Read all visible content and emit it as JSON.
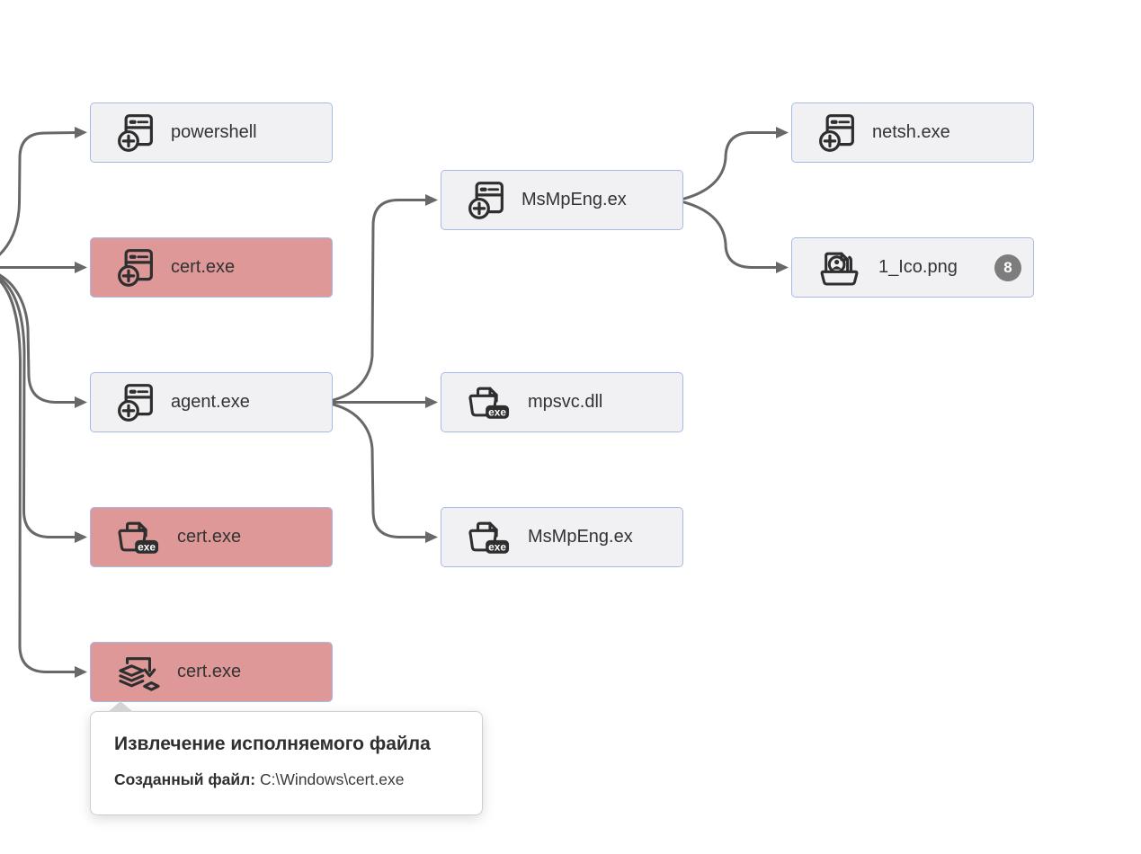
{
  "diagram": {
    "nodes": [
      {
        "label": "powershell",
        "icon": "process-start-icon",
        "variant": "normal"
      },
      {
        "label": "cert.exe",
        "icon": "process-start-icon",
        "variant": "danger"
      },
      {
        "label": "agent.exe",
        "icon": "process-start-icon",
        "variant": "normal"
      },
      {
        "label": "cert.exe",
        "icon": "dropped-exe-file-icon",
        "variant": "danger"
      },
      {
        "label": "cert.exe",
        "icon": "extracted-file-icon",
        "variant": "danger"
      },
      {
        "label": "MsMpEng.ex",
        "icon": "process-start-icon",
        "variant": "normal"
      },
      {
        "label": "mpsvc.dll",
        "icon": "dropped-exe-file-icon",
        "variant": "normal"
      },
      {
        "label": "MsMpEng.ex",
        "icon": "dropped-exe-file-icon",
        "variant": "normal"
      },
      {
        "label": "netsh.exe",
        "icon": "process-start-icon",
        "variant": "normal"
      },
      {
        "label": "1_Ico.png",
        "icon": "image-file-icon",
        "variant": "normal",
        "badge": "8"
      }
    ],
    "edges": [
      {
        "from": "root",
        "to": "powershell"
      },
      {
        "from": "root",
        "to": "cert.exe (process)"
      },
      {
        "from": "root",
        "to": "agent.exe"
      },
      {
        "from": "root",
        "to": "cert.exe (dropped file)"
      },
      {
        "from": "root",
        "to": "cert.exe (extracted)"
      },
      {
        "from": "agent.exe",
        "to": "MsMpEng.ex (process)"
      },
      {
        "from": "agent.exe",
        "to": "mpsvc.dll"
      },
      {
        "from": "agent.exe",
        "to": "MsMpEng.ex (file)"
      },
      {
        "from": "MsMpEng.ex (process)",
        "to": "netsh.exe"
      },
      {
        "from": "MsMpEng.ex (process)",
        "to": "1_Ico.png"
      }
    ],
    "icon_text": {
      "exe_badge": "exe"
    },
    "tooltip": {
      "title": "Извлечение исполняемого файла",
      "field_label": "Созданный файл:",
      "field_value": "C:\\Windows\\cert.exe"
    },
    "colors": {
      "node_normal_bg": "#f1f1f3",
      "node_danger_bg": "#de9898",
      "node_border": "#a7bae7",
      "edge": "#686868",
      "badge_bg": "#7d7d7d",
      "badge_text": "#ffffff",
      "label_text": "#333333"
    }
  }
}
